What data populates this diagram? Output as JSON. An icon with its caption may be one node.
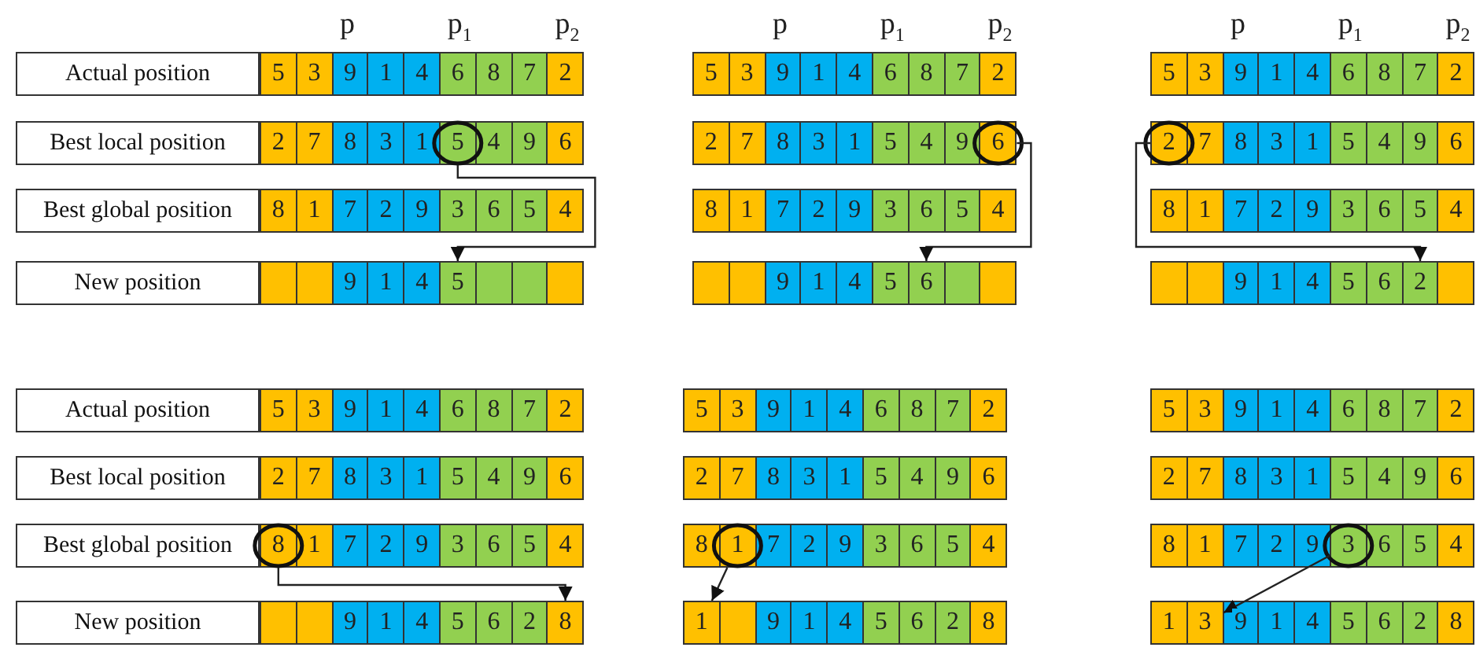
{
  "diagram": {
    "nodes": [
      {
        "text": [
          "Actual position"
        ]
      },
      {
        "text": [
          "5"
        ]
      },
      {
        "text": [
          "3"
        ]
      },
      {
        "text": [
          "9"
        ]
      },
      {
        "text": [
          "1"
        ]
      },
      {
        "text": [
          "4"
        ]
      },
      {
        "text": [
          "6"
        ]
      },
      {
        "text": [
          "8"
        ]
      },
      {
        "text": [
          "7"
        ]
      },
      {
        "text": [
          "2"
        ]
      },
      {
        "text": [
          "5"
        ]
      },
      {
        "text": [
          "3"
        ]
      },
      {
        "text": [
          "9"
        ]
      },
      {
        "text": [
          "1"
        ]
      },
      {
        "text": [
          "4"
        ]
      },
      {
        "text": [
          "6"
        ]
      },
      {
        "text": [
          "8"
        ]
      },
      {
        "text": [
          "7"
        ]
      },
      {
        "text": [
          "2"
        ]
      },
      {
        "text": [
          "5"
        ]
      },
      {
        "text": [
          "3"
        ]
      },
      {
        "text": [
          "9"
        ]
      },
      {
        "text": [
          "1"
        ]
      },
      {
        "text": [
          "4"
        ]
      },
      {
        "text": [
          "6"
        ]
      },
      {
        "text": [
          "8"
        ]
      },
      {
        "text": [
          "7"
        ]
      },
      {
        "text": [
          "2"
        ]
      },
      {
        "text": [
          "Best local position"
        ]
      },
      {
        "text": [
          "2"
        ]
      },
      {
        "text": [
          "7"
        ]
      },
      {
        "text": [
          "8"
        ]
      },
      {
        "text": [
          "3"
        ]
      },
      {
        "text": [
          "1"
        ]
      },
      {
        "text": [
          "5"
        ]
      },
      {
        "text": [
          "4"
        ]
      },
      {
        "text": [
          "9"
        ]
      },
      {
        "text": [
          "6"
        ]
      },
      {
        "text": [
          "2"
        ]
      },
      {
        "text": [
          "7"
        ]
      },
      {
        "text": [
          "8"
        ]
      },
      {
        "text": [
          "3"
        ]
      },
      {
        "text": [
          "1"
        ]
      },
      {
        "text": [
          "5"
        ]
      },
      {
        "text": [
          "4"
        ]
      },
      {
        "text": [
          "9"
        ]
      },
      {
        "text": [
          "6"
        ]
      },
      {
        "text": [
          "2"
        ]
      },
      {
        "text": [
          "7"
        ]
      },
      {
        "text": [
          "8"
        ]
      },
      {
        "text": [
          "3"
        ]
      },
      {
        "text": [
          "1"
        ]
      },
      {
        "text": [
          "5"
        ]
      },
      {
        "text": [
          "4"
        ]
      },
      {
        "text": [
          "9"
        ]
      },
      {
        "text": [
          "6"
        ]
      },
      {
        "text": [
          "Best global position"
        ]
      },
      {
        "text": [
          "8"
        ]
      },
      {
        "text": [
          "1"
        ]
      },
      {
        "text": [
          "7"
        ]
      },
      {
        "text": [
          "2"
        ]
      },
      {
        "text": [
          "9"
        ]
      },
      {
        "text": [
          "3"
        ]
      },
      {
        "text": [
          "6"
        ]
      },
      {
        "text": [
          "5"
        ]
      },
      {
        "text": [
          "4"
        ]
      },
      {
        "text": [
          "8"
        ]
      },
      {
        "text": [
          "1"
        ]
      },
      {
        "text": [
          "7"
        ]
      },
      {
        "text": [
          "2"
        ]
      },
      {
        "text": [
          "9"
        ]
      },
      {
        "text": [
          "3"
        ]
      },
      {
        "text": [
          "6"
        ]
      },
      {
        "text": [
          "5"
        ]
      },
      {
        "text": [
          "4"
        ]
      },
      {
        "text": [
          "8"
        ]
      },
      {
        "text": [
          "1"
        ]
      },
      {
        "text": [
          "7"
        ]
      },
      {
        "text": [
          "2"
        ]
      },
      {
        "text": [
          "9"
        ]
      },
      {
        "text": [
          "3"
        ]
      },
      {
        "text": [
          "6"
        ]
      },
      {
        "text": [
          "5"
        ]
      },
      {
        "text": [
          "4"
        ]
      },
      {
        "text": [
          "New position"
        ]
      },
      {
        "text": [],
        "shape": "box"
      },
      {
        "text": [],
        "shape": "box"
      },
      {
        "text": [
          "9"
        ]
      },
      {
        "text": [
          "1"
        ]
      },
      {
        "text": [
          "4"
        ]
      },
      {
        "text": [
          "5"
        ]
      },
      {
        "text": [],
        "shape": "box"
      },
      {
        "text": [],
        "shape": "box"
      },
      {
        "text": [],
        "shape": "box"
      },
      {
        "text": [],
        "shape": "box"
      },
      {
        "text": [],
        "shape": "box"
      },
      {
        "text": [
          "9"
        ]
      },
      {
        "text": [
          "1"
        ]
      },
      {
        "text": [
          "4"
        ]
      },
      {
        "text": [
          "5"
        ]
      },
      {
        "text": [
          "6"
        ]
      },
      {
        "text": [],
        "shape": "box"
      },
      {
        "text": [],
        "shape": "box"
      },
      {
        "text": [],
        "shape": "box"
      },
      {
        "text": [],
        "shape": "box"
      },
      {
        "text": [
          "9"
        ]
      },
      {
        "text": [
          "1"
        ]
      },
      {
        "text": [
          "4"
        ]
      },
      {
        "text": [
          "5"
        ]
      },
      {
        "text": [
          "6"
        ]
      },
      {
        "text": [
          "2"
        ]
      },
      {
        "text": [],
        "shape": "box"
      },
      {
        "text": [
          "Actual position"
        ]
      },
      {
        "text": [
          "5"
        ]
      },
      {
        "text": [
          "3"
        ]
      },
      {
        "text": [
          "9"
        ]
      },
      {
        "text": [
          "1"
        ]
      },
      {
        "text": [
          "4"
        ]
      },
      {
        "text": [
          "6"
        ]
      },
      {
        "text": [
          "8"
        ]
      },
      {
        "text": [
          "7"
        ]
      },
      {
        "text": [
          "2"
        ]
      },
      {
        "text": [
          "5"
        ]
      },
      {
        "text": [
          "3"
        ]
      },
      {
        "text": [
          "9"
        ]
      },
      {
        "text": [
          "1"
        ]
      },
      {
        "text": [
          "4"
        ]
      },
      {
        "text": [
          "6"
        ]
      },
      {
        "text": [
          "8"
        ]
      },
      {
        "text": [
          "7"
        ]
      },
      {
        "text": [
          "2"
        ]
      },
      {
        "text": [
          "5"
        ]
      },
      {
        "text": [
          "3"
        ]
      },
      {
        "text": [
          "9"
        ]
      },
      {
        "text": [
          "1"
        ]
      },
      {
        "text": [
          "4"
        ]
      },
      {
        "text": [
          "6"
        ]
      },
      {
        "text": [
          "8"
        ]
      },
      {
        "text": [
          "7"
        ]
      },
      {
        "text": [
          "2"
        ]
      },
      {
        "text": [
          "Best local position"
        ]
      },
      {
        "text": [
          "2"
        ]
      },
      {
        "text": [
          "7"
        ]
      },
      {
        "text": [
          "8"
        ]
      },
      {
        "text": [
          "3"
        ]
      },
      {
        "text": [
          "1"
        ]
      },
      {
        "text": [
          "5"
        ]
      },
      {
        "text": [
          "4"
        ]
      },
      {
        "text": [
          "9"
        ]
      },
      {
        "text": [
          "6"
        ]
      },
      {
        "text": [
          "2"
        ]
      },
      {
        "text": [
          "7"
        ]
      },
      {
        "text": [
          "8"
        ]
      },
      {
        "text": [
          "3"
        ]
      },
      {
        "text": [
          "1"
        ]
      },
      {
        "text": [
          "5"
        ]
      },
      {
        "text": [
          "4"
        ]
      },
      {
        "text": [
          "9"
        ]
      },
      {
        "text": [
          "6"
        ]
      },
      {
        "text": [
          "2"
        ]
      },
      {
        "text": [
          "7"
        ]
      },
      {
        "text": [
          "8"
        ]
      },
      {
        "text": [
          "3"
        ]
      },
      {
        "text": [
          "1"
        ]
      },
      {
        "text": [
          "5"
        ]
      },
      {
        "text": [
          "4"
        ]
      },
      {
        "text": [
          "9"
        ]
      },
      {
        "text": [
          "6"
        ]
      },
      {
        "text": [
          "Best global position"
        ]
      },
      {
        "text": [
          "8"
        ]
      },
      {
        "text": [
          "1"
        ]
      },
      {
        "text": [
          "7"
        ]
      },
      {
        "text": [
          "2"
        ]
      },
      {
        "text": [
          "9"
        ]
      },
      {
        "text": [
          "3"
        ]
      },
      {
        "text": [
          "6"
        ]
      },
      {
        "text": [
          "5"
        ]
      },
      {
        "text": [
          "4"
        ]
      },
      {
        "text": [
          "8"
        ]
      },
      {
        "text": [
          "1"
        ]
      },
      {
        "text": [
          "7"
        ]
      },
      {
        "text": [
          "2"
        ]
      },
      {
        "text": [
          "9"
        ]
      },
      {
        "text": [
          "3"
        ]
      },
      {
        "text": [
          "6"
        ]
      },
      {
        "text": [
          "5"
        ]
      },
      {
        "text": [
          "4"
        ]
      },
      {
        "text": [
          "8"
        ]
      },
      {
        "text": [
          "1"
        ]
      },
      {
        "text": [
          "7"
        ]
      },
      {
        "text": [
          "2"
        ]
      },
      {
        "text": [
          "9"
        ]
      },
      {
        "text": [
          "3"
        ]
      },
      {
        "text": [
          "6"
        ]
      },
      {
        "text": [
          "5"
        ]
      },
      {
        "text": [
          "4"
        ]
      },
      {
        "text": [
          "New position"
        ]
      },
      {
        "text": [],
        "shape": "box"
      },
      {
        "text": [],
        "shape": "box"
      },
      {
        "text": [
          "9"
        ]
      },
      {
        "text": [
          "1"
        ]
      },
      {
        "text": [
          "4"
        ]
      },
      {
        "text": [
          "5"
        ]
      },
      {
        "text": [
          "6"
        ]
      },
      {
        "text": [
          "2"
        ]
      },
      {
        "text": [
          "8"
        ]
      },
      {
        "text": [
          "1"
        ]
      },
      {
        "text": [],
        "shape": "box"
      },
      {
        "text": [
          "9"
        ]
      },
      {
        "text": [
          "1"
        ]
      },
      {
        "text": [
          "4"
        ]
      },
      {
        "text": [
          "5"
        ]
      },
      {
        "text": [
          "6"
        ]
      },
      {
        "text": [
          "2"
        ]
      },
      {
        "text": [
          "8"
        ]
      },
      {
        "text": [
          "1"
        ]
      },
      {
        "text": [
          "3"
        ]
      },
      {
        "text": [
          "9"
        ]
      },
      {
        "text": [
          "1"
        ]
      },
      {
        "text": [
          "4"
        ]
      },
      {
        "text": [
          "5"
        ]
      },
      {
        "text": [
          "6"
        ]
      },
      {
        "text": [
          "2"
        ]
      },
      {
        "text": [
          "8"
        ]
      }
    ],
    "edges": [
      {
        "from": 34,
        "to": 90,
        "arrow": "to"
      },
      {
        "from": 46,
        "to": 100,
        "arrow": "to"
      },
      {
        "from": 47,
        "to": 110,
        "arrow": "to"
      },
      {
        "from": 169,
        "to": 205,
        "arrow": "to"
      },
      {
        "from": 179,
        "to": 206,
        "arrow": "to"
      },
      {
        "from": 192,
        "to": 216,
        "arrow": "to"
      }
    ],
    "labels": [
      "p",
      "p$_{1}$",
      "p$_{2}$",
      "p",
      "p$_{1}$",
      "p$_{2}$",
      "p",
      "p$_{1}$",
      "p$_{2}$"
    ]
  }
}
